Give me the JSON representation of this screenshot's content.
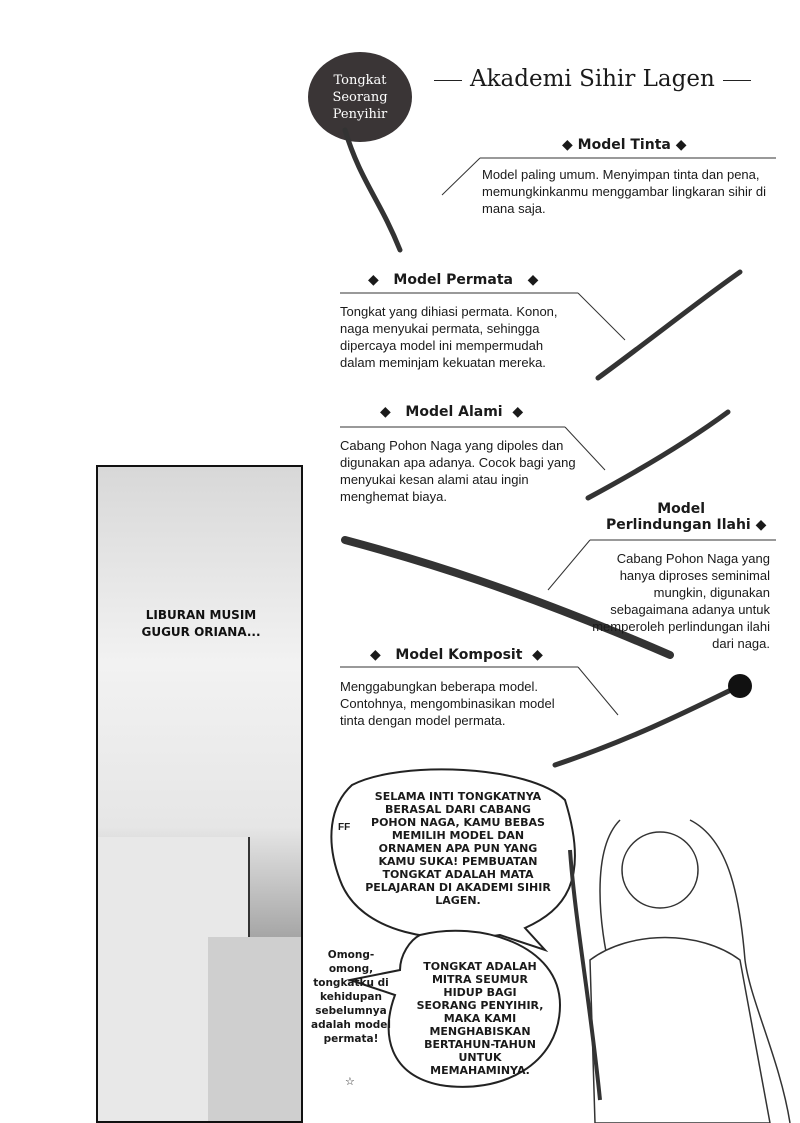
{
  "badge": {
    "line1": "Tongkat",
    "line2": "Seorang",
    "line3": "Penyihir"
  },
  "title": "Akademi Sihir Lagen",
  "models": [
    {
      "name": "Model Tinta",
      "desc": "Model paling umum. Menyimpan tinta dan pena, memungkinkanmu menggambar lingkaran sihir di mana saja."
    },
    {
      "name": "Model Permata",
      "desc": "Tongkat yang dihiasi permata. Konon, naga menyukai permata, sehingga dipercaya model ini mempermudah dalam meminjam kekuatan mereka."
    },
    {
      "name": "Model Alami",
      "desc": "Cabang Pohon Naga yang dipoles dan digunakan apa adanya. Cocok bagi yang menyukai kesan alami atau ingin menghemat biaya."
    },
    {
      "name_line1": "Model",
      "name_line2": "Perlindungan Ilahi",
      "desc": "Cabang Pohon Naga yang hanya diproses seminimal mungkin, digunakan sebagaimana adanya untuk memperoleh perlindungan ilahi dari naga."
    },
    {
      "name": "Model Komposit",
      "desc": "Menggabungkan beberapa model. Contohnya, mengombinasikan model tinta dengan model permata."
    }
  ],
  "panel_caption": "LIBURAN MUSIM GUGUR ORIANA...",
  "bubbles": {
    "top": "SELAMA INTI TONGKATNYA BERASAL DARI CABANG POHON NAGA, KAMU BEBAS MEMILIH MODEL DAN ORNAMEN APA PUN YANG KAMU SUKA! PEMBUATAN TONGKAT ADALAH MATA PELAJARAN DI AKADEMI SIHIR LAGEN.",
    "bottom": "TONGKAT ADALAH MITRA SEUMUR HIDUP BAGI SEORANG PENYIHIR, MAKA KAMI MENGHABISKAN BERTAHUN-TAHUN UNTUK MEMAHAMINYA.",
    "aside": "Omong-omong, tongkatku di kehidupan sebelumnya adalah model permata!",
    "sfx": "FF"
  },
  "colors": {
    "badge": "#3a3536",
    "ink": "#1a1a1a"
  }
}
